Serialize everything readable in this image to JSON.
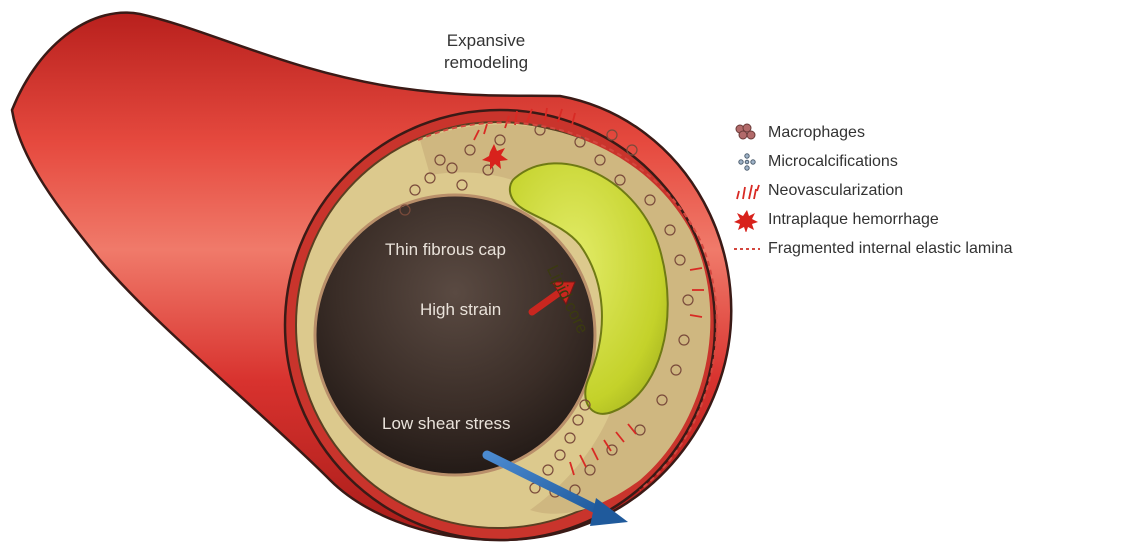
{
  "labels": {
    "expansive_remodeling": "Expansive\nremodeling",
    "thin_fibrous_cap": "Thin fibrous cap",
    "high_strain": "High strain",
    "low_shear_stress": "Low shear stress",
    "lipid_core": "Lipid core"
  },
  "legend": [
    {
      "icon": "macrophage-icon",
      "text": "Macrophages"
    },
    {
      "icon": "microcalcification-icon",
      "text": "Microcalcifications"
    },
    {
      "icon": "neovascularization-icon",
      "text": "Neovascularization"
    },
    {
      "icon": "hemorrhage-icon",
      "text": "Intraplaque hemorrhage"
    },
    {
      "icon": "dashed-line-icon",
      "text": "Fragmented internal elastic lamina"
    }
  ],
  "colors": {
    "vessel_red": "#d8322e",
    "plaque_tan": "#d9c68a",
    "lipid_green": "#c8d630",
    "lumen_dark": "#3b302b",
    "arrow_blue": "#2a6bb0",
    "strain_arrow": "#c9261f"
  }
}
